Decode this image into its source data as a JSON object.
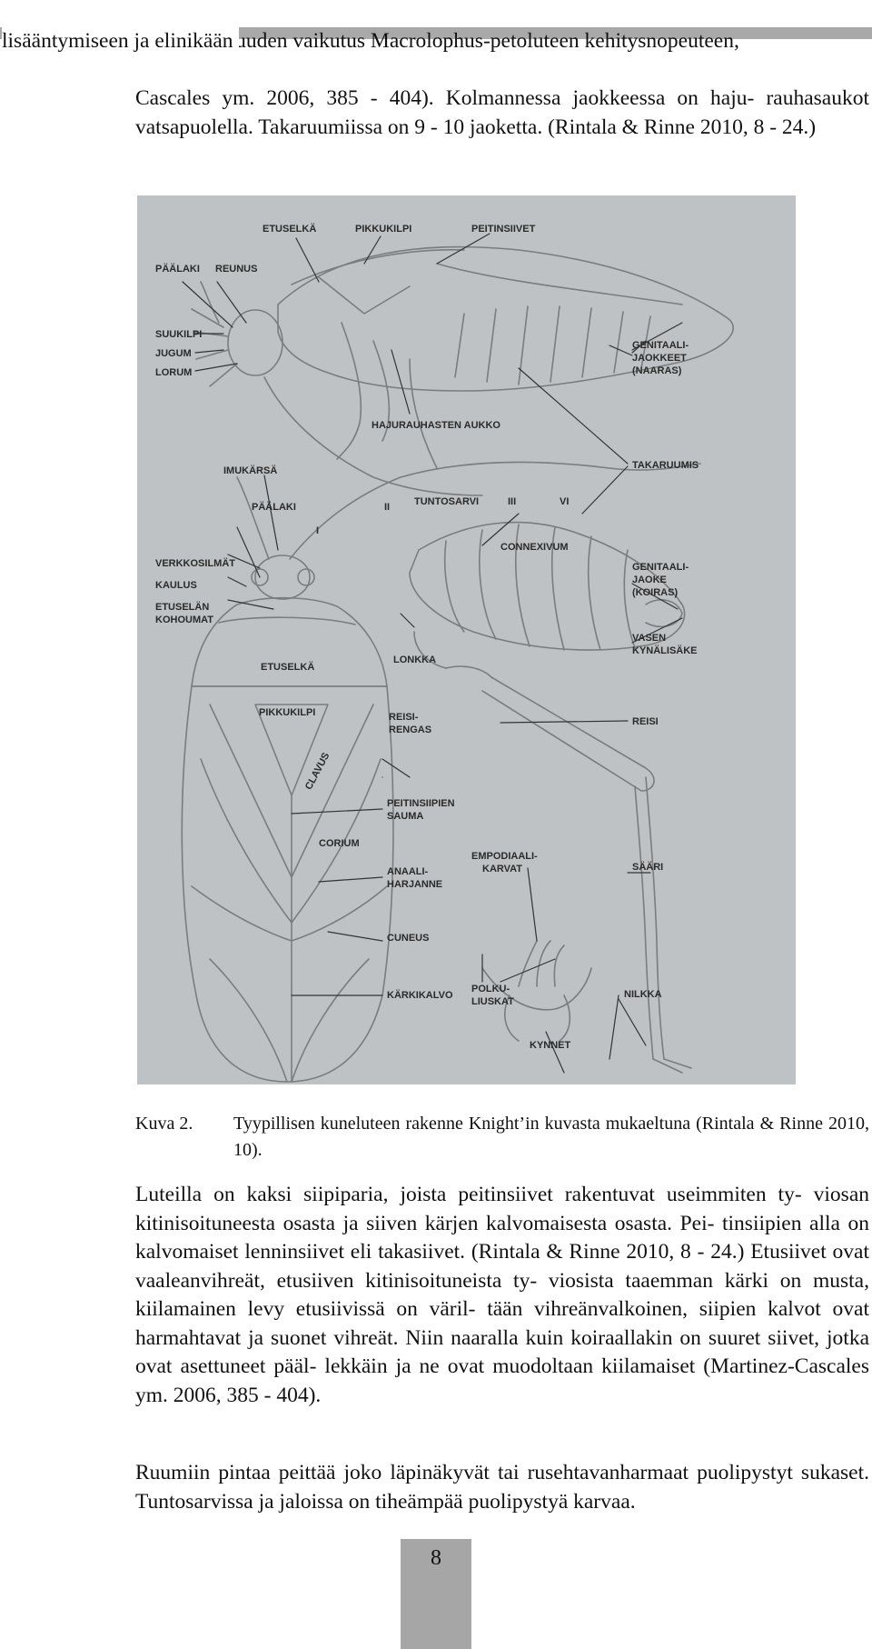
{
  "header": {
    "title_line1": "Valonlaadun ja päivänpituuden vaikutus Macrolophus-petoluteen kehitysnopeuteen,",
    "title_line2": "lisääntymiseen ja elinikään"
  },
  "paragraphs": {
    "p1": "Cascales ym. 2006, 385 - 404). Kolmannessa jaokkeessa on haju- rauhasaukot vatsapuolella. Takaruumiissa on 9 - 10 jaoketta. (Rintala & Rinne 2010, 8 - 24.)",
    "p2": "Luteilla on kaksi siipiparia, joista peitinsiivet rakentuvat useimmiten ty- viosan kitinisoituneesta osasta ja siiven kärjen kalvomaisesta osasta. Pei- tinsiipien alla on kalvomaiset lenninsiivet eli takasiivet. (Rintala & Rinne 2010, 8 - 24.) Etusiivet ovat vaaleanvihreät, etusiiven kitinisoituneista ty- viosista taaemman kärki on musta, kiilamainen levy etusiivissä on väril- tään vihreänvalkoinen, siipien kalvot ovat harmahtavat ja suonet vihreät. Niin naaralla kuin koiraallakin on suuret siivet, jotka ovat asettuneet pääl- lekkäin ja ne ovat muodoltaan kiilamaiset (Martinez-Cascales ym. 2006, 385 - 404).",
    "p3": "Ruumiin pintaa peittää joko läpinäkyvät tai rusehtavanharmaat puolipystyt sukaset. Tuntosarvissa ja jaloissa on tiheämpää puolipystyä karvaa."
  },
  "caption": {
    "number": "Kuva 2.",
    "text": "Tyypillisen kuneluteen rakenne Knight’in kuvasta mukaeltuna (Rintala & Rinne 2010, 10)."
  },
  "figure": {
    "labels": {
      "etuselka_top": "ETUSELKÄ",
      "pikkukilpi_top": "PIKKUKILPI",
      "peitinsiivet": "PEITINSIIVET",
      "paalaki_top": "PÄÄLAKI",
      "reunus": "REUNUS",
      "suukilpi": "SUUKILPI",
      "jugum": "JUGUM",
      "lorum": "LORUM",
      "genitaalijaokkeet_1": "GENITAALI-",
      "genitaalijaokkeet_2": "JAOKKEET",
      "genitaalijaokkeet_3": "(NAARAS)",
      "imukarsa": "IMUKÄRSÄ",
      "hajurauhasten_aukko": "HAJURAUHASTEN AUKKO",
      "takaruumis": "TAKARUUMIS",
      "paalaki_bottom": "PÄÄLAKI",
      "tuntosarvi": "TUNTOSARVI",
      "ii": "II",
      "iii": "III",
      "vi": "VI",
      "i": "I",
      "connexivum": "CONNEXIVUM",
      "verkkosilmat": "VERKKOSILMÄT",
      "kaulus": "KAULUS",
      "etuselan_1": "ETUSELÄN",
      "etuselan_2": "KOHOUMAT",
      "genitaalijaoke_1": "GENITAALI-",
      "genitaalijaoke_2": "JAOKE",
      "genitaalijaoke_3": "(KOIRAS)",
      "vasen_1": "VASEN",
      "vasen_2": "KYNÄLISÄKE",
      "lonkka": "LONKKA",
      "etuselka_bottom": "ETUSELKÄ",
      "pikkukilpi_bottom": "PIKKUKILPI",
      "reisi_1": "REISI-",
      "reisi_2": "RENGAS",
      "reisi": "REISI",
      "clavus": "CLAVUS",
      "peitinsiipien_1": "PEITINSIIPIEN",
      "peitinsiipien_2": "SAUMA",
      "corium": "CORIUM",
      "empodiaali_1": "EMPODIAALI-",
      "empodiaali_2": "KARVAT",
      "saari": "SÄÄRI",
      "anaali_1": "ANAALI-",
      "anaali_2": "HARJANNE",
      "cuneus": "CUNEUS",
      "karkikalvo": "KÄRKIKALVO",
      "polku_1": "POLKU-",
      "polku_2": "LIUSKAT",
      "nilkka": "NILKKA",
      "kynnet": "KYNNET"
    }
  },
  "footer": {
    "page_number": "8"
  }
}
